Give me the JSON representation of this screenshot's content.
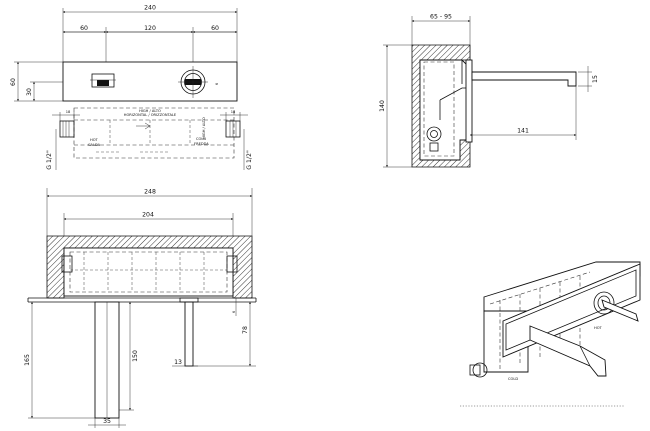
{
  "front_view": {
    "dims": {
      "overall_width": "240",
      "left_seg": "60",
      "mid_seg": "120",
      "right_seg": "60",
      "height": "60",
      "half_height": "30",
      "left_offset": "18",
      "right_offset": "18",
      "port_left": "G 1/2\"",
      "port_right": "G 1/2\""
    },
    "labels": {
      "hot": [
        "HOT",
        "CALDA"
      ],
      "cold": [
        "COLD",
        "FREDDA"
      ],
      "top": [
        "HIGH / ALTO",
        "HORIZONTAL / ORIZZONTALE"
      ],
      "side": [
        "HIGH / ALTO"
      ]
    }
  },
  "side_view": {
    "dims": {
      "depth": "65 - 95",
      "height": "140",
      "spout_length": "141",
      "spout_height": "15"
    }
  },
  "top_view": {
    "dims": {
      "overall_width": "248",
      "inner_width": "204",
      "left_height": "165",
      "mid_height": "150",
      "right_height": "78",
      "small_offset": "6",
      "bottom_width": "35",
      "knob_width": "13"
    }
  },
  "iso_view": {
    "labels": [
      "HOT",
      "COLD"
    ]
  }
}
